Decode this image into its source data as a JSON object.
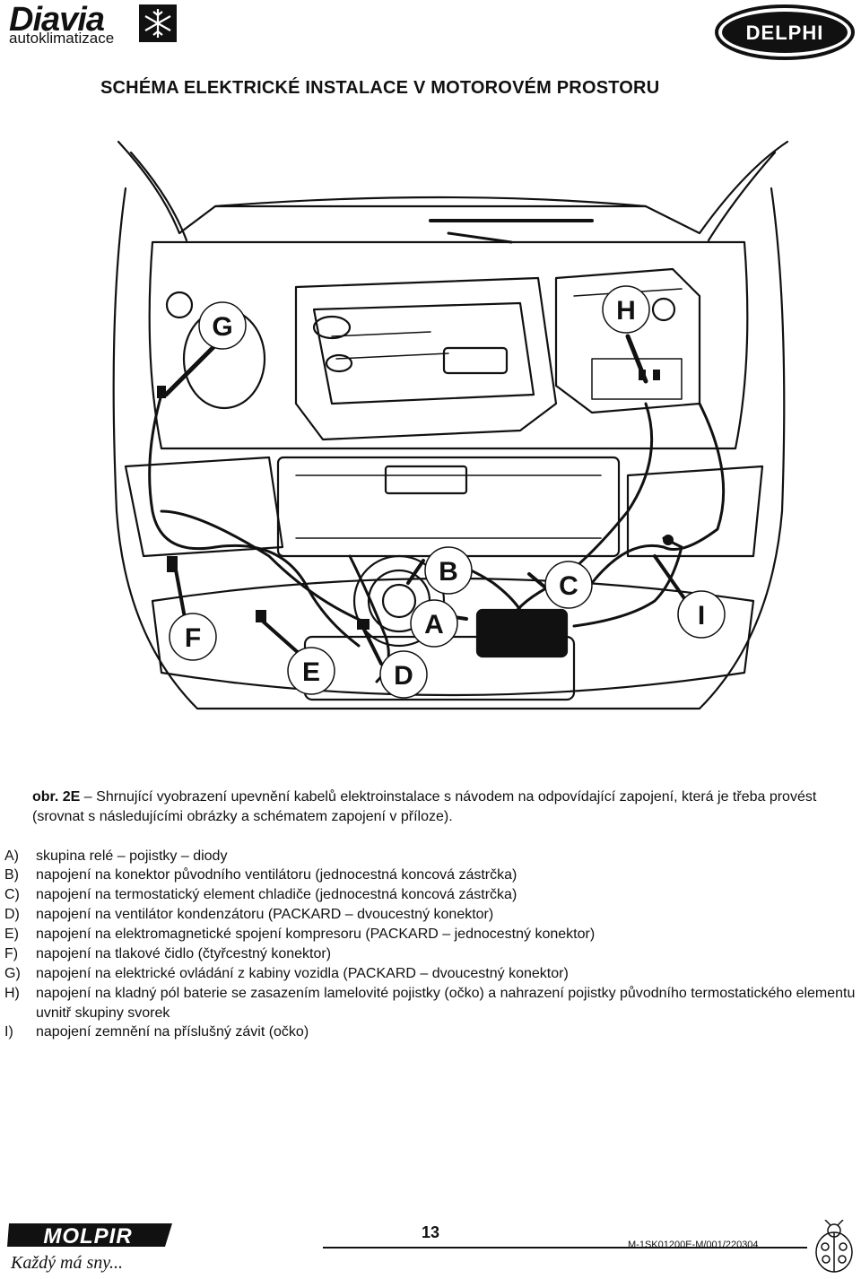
{
  "header": {
    "brand_name": "Diavia",
    "brand_sub": "autoklimatizace",
    "partner_logo_text": "DELPHI"
  },
  "title": "SCHÉMA ELEKTRICKÉ INSTALACE V MOTOROVÉM PROSTORU",
  "figure": {
    "callouts": [
      "G",
      "H",
      "B",
      "C",
      "I",
      "A",
      "F",
      "E",
      "D"
    ]
  },
  "caption": {
    "label": "obr. 2E",
    "text": " – Shrnující vyobrazení upevnění kabelů elektroinstalace s návodem na odpovídající zapojení, která je třeba provést (srovnat s následujícími obrázky a schématem zapojení v příloze)."
  },
  "legend": [
    {
      "key": "A)",
      "text": "skupina relé – pojistky – diody"
    },
    {
      "key": "B)",
      "text": "napojení na konektor původního ventilátoru (jednocestná koncová zástrčka)"
    },
    {
      "key": "C)",
      "text": "napojení na termostatický element chladiče (jednocestná koncová zástrčka)"
    },
    {
      "key": "D)",
      "text": "napojení na ventilátor kondenzátoru (PACKARD – dvoucestný konektor)"
    },
    {
      "key": "E)",
      "text": "napojení na elektromagnetické spojení kompresoru (PACKARD – jednocestný konektor)"
    },
    {
      "key": "F)",
      "text": "napojení na tlakové čidlo (čtyřcestný konektor)"
    },
    {
      "key": "G)",
      "text": "napojení na elektrické ovládání z kabiny vozidla (PACKARD – dvoucestný konektor)"
    },
    {
      "key": "H)",
      "text": "napojení na kladný pól baterie se zasazením lamelovité pojistky (očko) a nahrazení pojistky původního termostatického elementu uvnitř skupiny svorek"
    },
    {
      "key": "I)",
      "text": "napojení zemnění na příslušný závit (očko)"
    }
  ],
  "footer": {
    "brand": "MOLPIR",
    "slogan": "Každý má sny...",
    "page_number": "13",
    "doc_code": "M-1SK01200E-M/001/220304"
  }
}
